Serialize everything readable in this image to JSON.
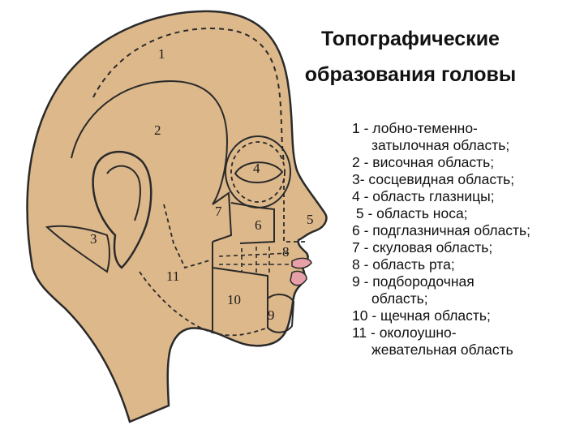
{
  "title": {
    "line1": "Топографические",
    "line2": "образования головы"
  },
  "legend": [
    {
      "line1": "1 - лобно-теменно-",
      "line2": "затылочная область;"
    },
    {
      "line1": "2 - височная область;",
      "line2": ""
    },
    {
      "line1": "3- сосцевидная область;",
      "line2": ""
    },
    {
      "line1": "4 - область глазницы;",
      "line2": ""
    },
    {
      "line1": " 5 - область носа;",
      "line2": ""
    },
    {
      "line1": "6 - подглазничная область;",
      "line2": ""
    },
    {
      "line1": "7 - скуловая область;",
      "line2": ""
    },
    {
      "line1": "8 - область рта;",
      "line2": ""
    },
    {
      "line1": "9 - подбородочная",
      "line2": "область;"
    },
    {
      "line1": "10 - щечная область;",
      "line2": ""
    },
    {
      "line1": "11 - околоушно-",
      "line2": "жевательная область"
    }
  ],
  "diagram_labels": {
    "n1": "1",
    "n2": "2",
    "n3": "3",
    "n4": "4",
    "n5": "5",
    "n6": "6",
    "n7": "7",
    "n8": "8",
    "n9": "9",
    "n10": "10",
    "n11": "11"
  },
  "colors": {
    "skin": "#ddb88b",
    "outline": "#2a2a2a",
    "lips": "#e8a0a8"
  }
}
